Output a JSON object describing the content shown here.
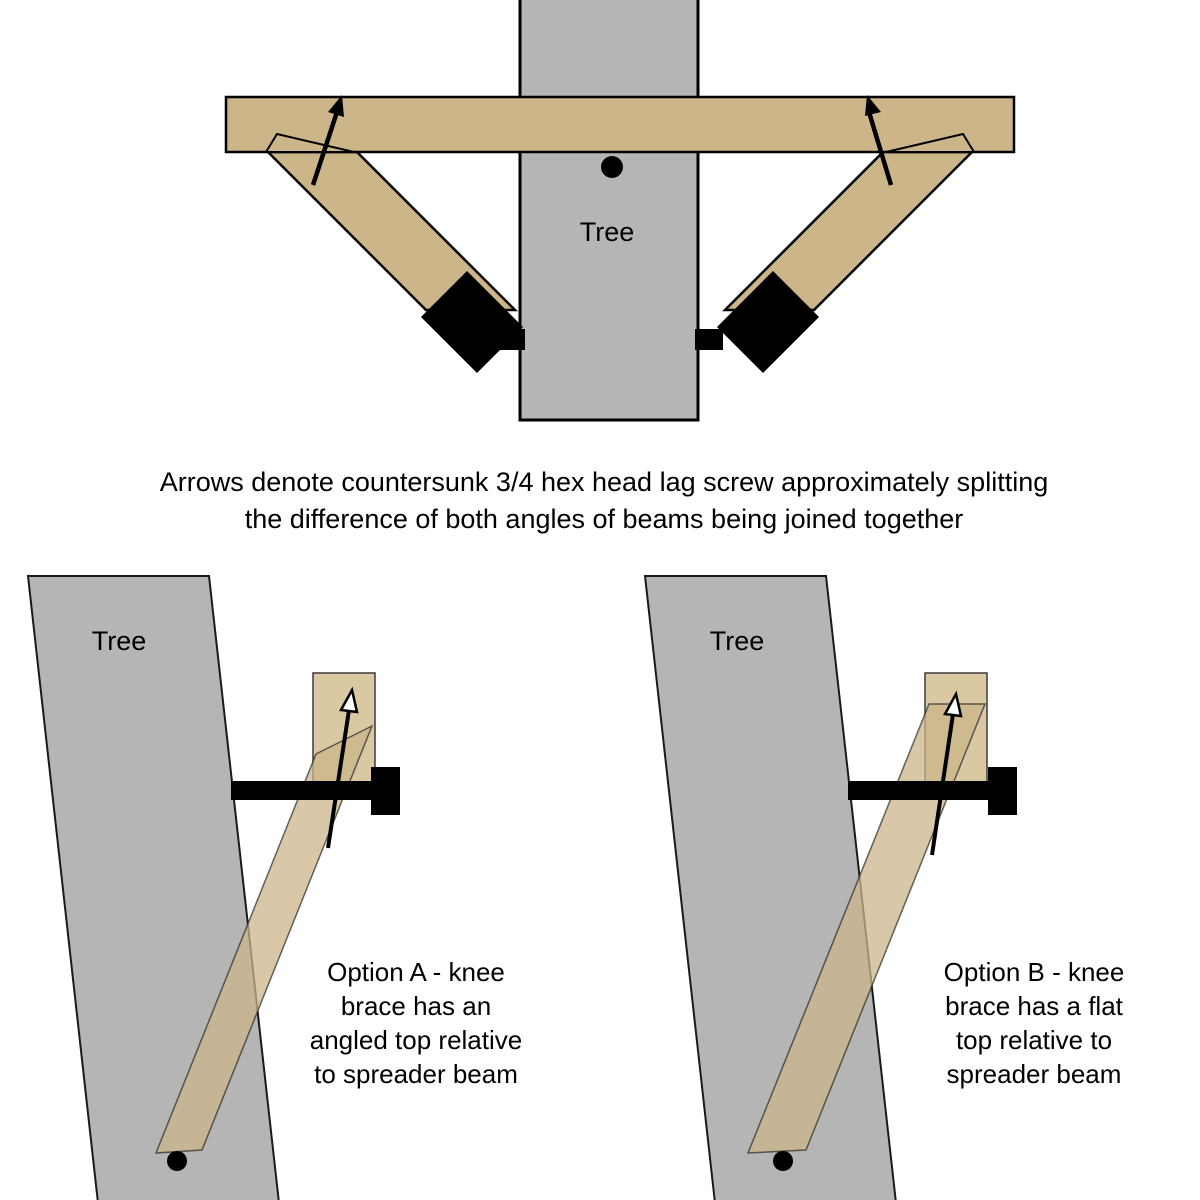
{
  "colors": {
    "background": "#ffffff",
    "tree_gray": "#b5b5b5",
    "beam_tan": "#ccb689",
    "beam_end_tan": "#d9c8a2",
    "brace_translucent_tan": "rgba(203,181,138,0.75)",
    "hardware_black": "#000000",
    "arrowhead_white": "#ffffff"
  },
  "top_diagram": {
    "tree_label": "Tree"
  },
  "caption": {
    "line1": "Arrows denote countersunk 3/4 hex head lag screw approximately splitting",
    "line2": "the difference of both angles of beams being joined together"
  },
  "option_a": {
    "tree_label": "Tree",
    "lines": [
      "Option A - knee",
      "brace has an",
      "angled top relative",
      "to spreader beam"
    ]
  },
  "option_b": {
    "tree_label": "Tree",
    "lines": [
      "Option B - knee",
      "brace has a flat",
      "top relative to",
      "spreader beam"
    ]
  }
}
